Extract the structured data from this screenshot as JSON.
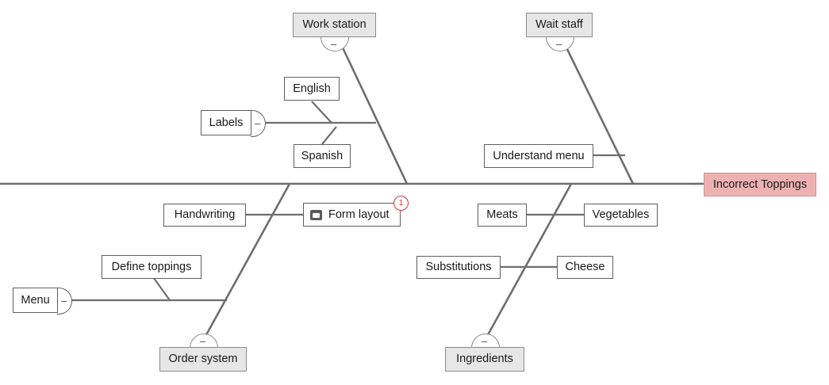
{
  "diagram": {
    "type": "fishbone-ishikawa",
    "effect": {
      "label": "Incorrect Toppings",
      "fill": "#eeb1b1"
    },
    "spine_color": "#6e6e6e",
    "categories": [
      {
        "id": "work-station",
        "label": "Work station",
        "position": "top-left"
      },
      {
        "id": "wait-staff",
        "label": "Wait staff",
        "position": "top-right"
      },
      {
        "id": "order-system",
        "label": "Order system",
        "position": "bottom-left"
      },
      {
        "id": "ingredients",
        "label": "Ingredients",
        "position": "bottom-right"
      }
    ],
    "causes": [
      {
        "id": "labels",
        "label": "Labels",
        "collapse": "right"
      },
      {
        "id": "english",
        "label": "English"
      },
      {
        "id": "spanish",
        "label": "Spanish"
      },
      {
        "id": "understand-menu",
        "label": "Understand menu"
      },
      {
        "id": "handwriting",
        "label": "Handwriting"
      },
      {
        "id": "form-layout",
        "label": "Form layout",
        "icon": "note-icon",
        "badge": "1"
      },
      {
        "id": "define-toppings",
        "label": "Define toppings"
      },
      {
        "id": "menu",
        "label": "Menu",
        "collapse": "right"
      },
      {
        "id": "meats",
        "label": "Meats"
      },
      {
        "id": "vegetables",
        "label": "Vegetables"
      },
      {
        "id": "substitutions",
        "label": "Substitutions"
      },
      {
        "id": "cheese",
        "label": "Cheese"
      }
    ],
    "collapse_glyph": "–",
    "badge_color": "#d2383d"
  }
}
